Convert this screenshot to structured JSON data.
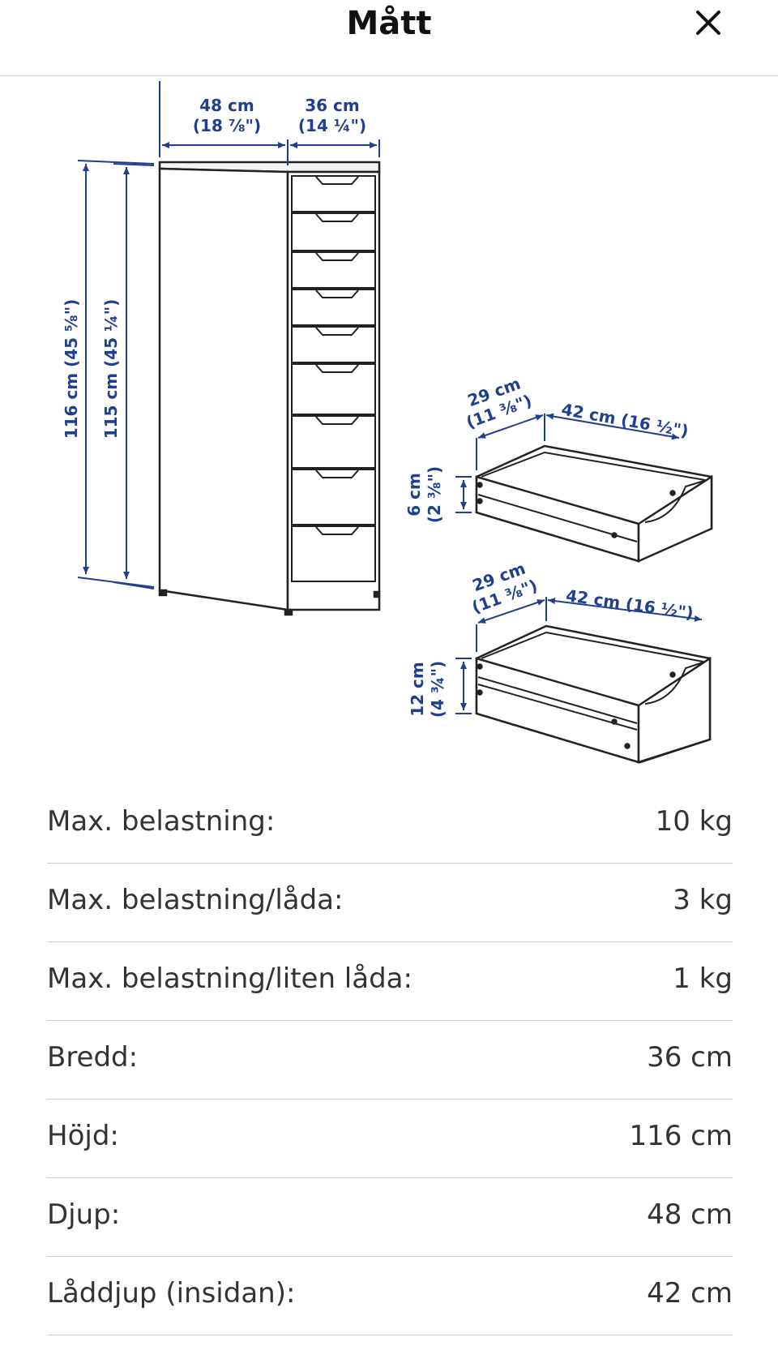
{
  "header": {
    "title": "Mått",
    "close_icon": "close-icon"
  },
  "diagram": {
    "cabinet": {
      "width_top": [
        "48 cm",
        "(18 ⅞\")"
      ],
      "depth_top": [
        "36 cm",
        "(14 ¼\")"
      ],
      "height_outer": "116 cm (45 ⅝\")",
      "height_inner": "115 cm (45 ¼\")"
    },
    "small_drawer": {
      "width": [
        "29 cm",
        "(11 ⅜\")"
      ],
      "depth": "42 cm (16 ½\")",
      "height": [
        "6 cm",
        "(2 ⅜\")"
      ]
    },
    "large_drawer": {
      "width": [
        "29 cm",
        "(11 ⅜\")"
      ],
      "depth": "42 cm (16 ½\")",
      "height": [
        "12 cm",
        "(4 ¾\")"
      ]
    },
    "line_color": "#1f3f8f"
  },
  "specs": [
    {
      "label": "Max. belastning:",
      "value": "10 kg"
    },
    {
      "label": "Max. belastning/låda:",
      "value": "3 kg"
    },
    {
      "label": "Max. belastning/liten låda:",
      "value": "1 kg"
    },
    {
      "label": "Bredd:",
      "value": "36 cm"
    },
    {
      "label": "Höjd:",
      "value": "116 cm"
    },
    {
      "label": "Djup:",
      "value": "48 cm"
    },
    {
      "label": "Låddjup (insidan):",
      "value": "42 cm"
    }
  ]
}
